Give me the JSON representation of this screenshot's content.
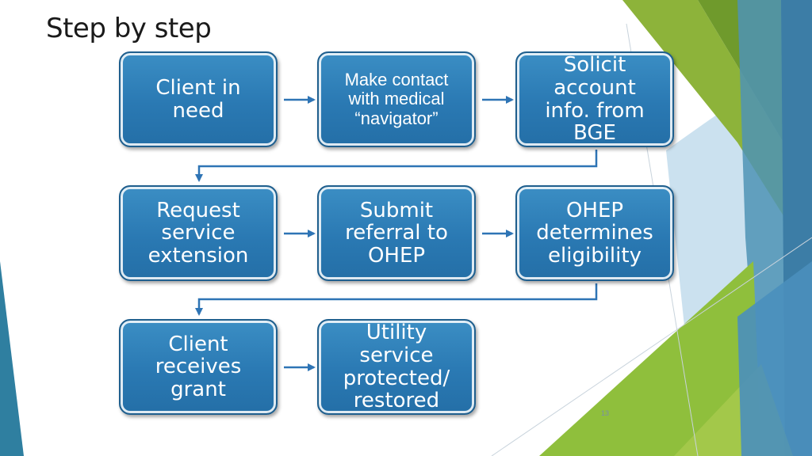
{
  "slide": {
    "title": "Step by step",
    "page_number": "13"
  },
  "steps": [
    "Client in\nneed",
    "Make contact\nwith medical\n“navigator”",
    "Solicit\naccount\ninfo. from\nBGE",
    "Request\nservice\nextension",
    "Submit\nreferral to\nOHEP",
    "OHEP\ndetermines\neligibility",
    "Client\nreceives\ngrant",
    "Utility\nservice\nprotected/\nrestored"
  ],
  "colors": {
    "box_fill": "#2a79b3",
    "arrow": "#2e74b5",
    "accent_green": "#8db33a",
    "accent_teal": "#2f7f9b"
  }
}
